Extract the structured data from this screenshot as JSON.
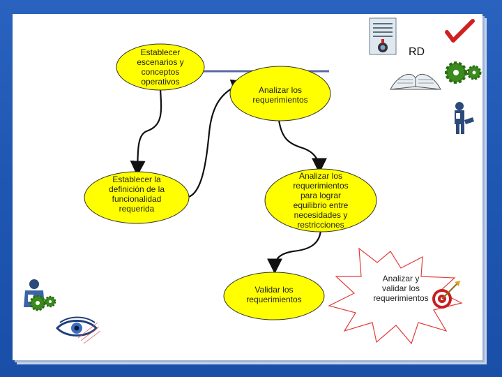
{
  "nodes": {
    "escenarios": [
      "Establecer",
      "escenarios y",
      "conceptos",
      "operativos"
    ],
    "funcionalidad": [
      "Establecer la",
      "definición de la",
      "funcionalidad",
      "requerida"
    ],
    "analizar": [
      "Analizar los",
      "requerimientos"
    ],
    "equilibrio": [
      "Analizar los",
      "requerimientos",
      "para lograr",
      "equilibrio entre",
      "necesidades y",
      "restricciones"
    ],
    "validar": [
      "Validar los",
      "requerimientos"
    ],
    "star": [
      "Analizar y",
      "validar los",
      "requerimientos"
    ]
  },
  "labels": {
    "rd": "RD"
  },
  "icons": [
    "document-icon",
    "checkmark-icon",
    "book-icon",
    "gears-icon",
    "person-icon",
    "target-icon",
    "eye-icon",
    "person-gears-icon"
  ],
  "colors": {
    "node_fill": "#ffff00",
    "background": "#1f57b3",
    "line": "#5b6aa6",
    "gear": "#3a8a1e"
  }
}
